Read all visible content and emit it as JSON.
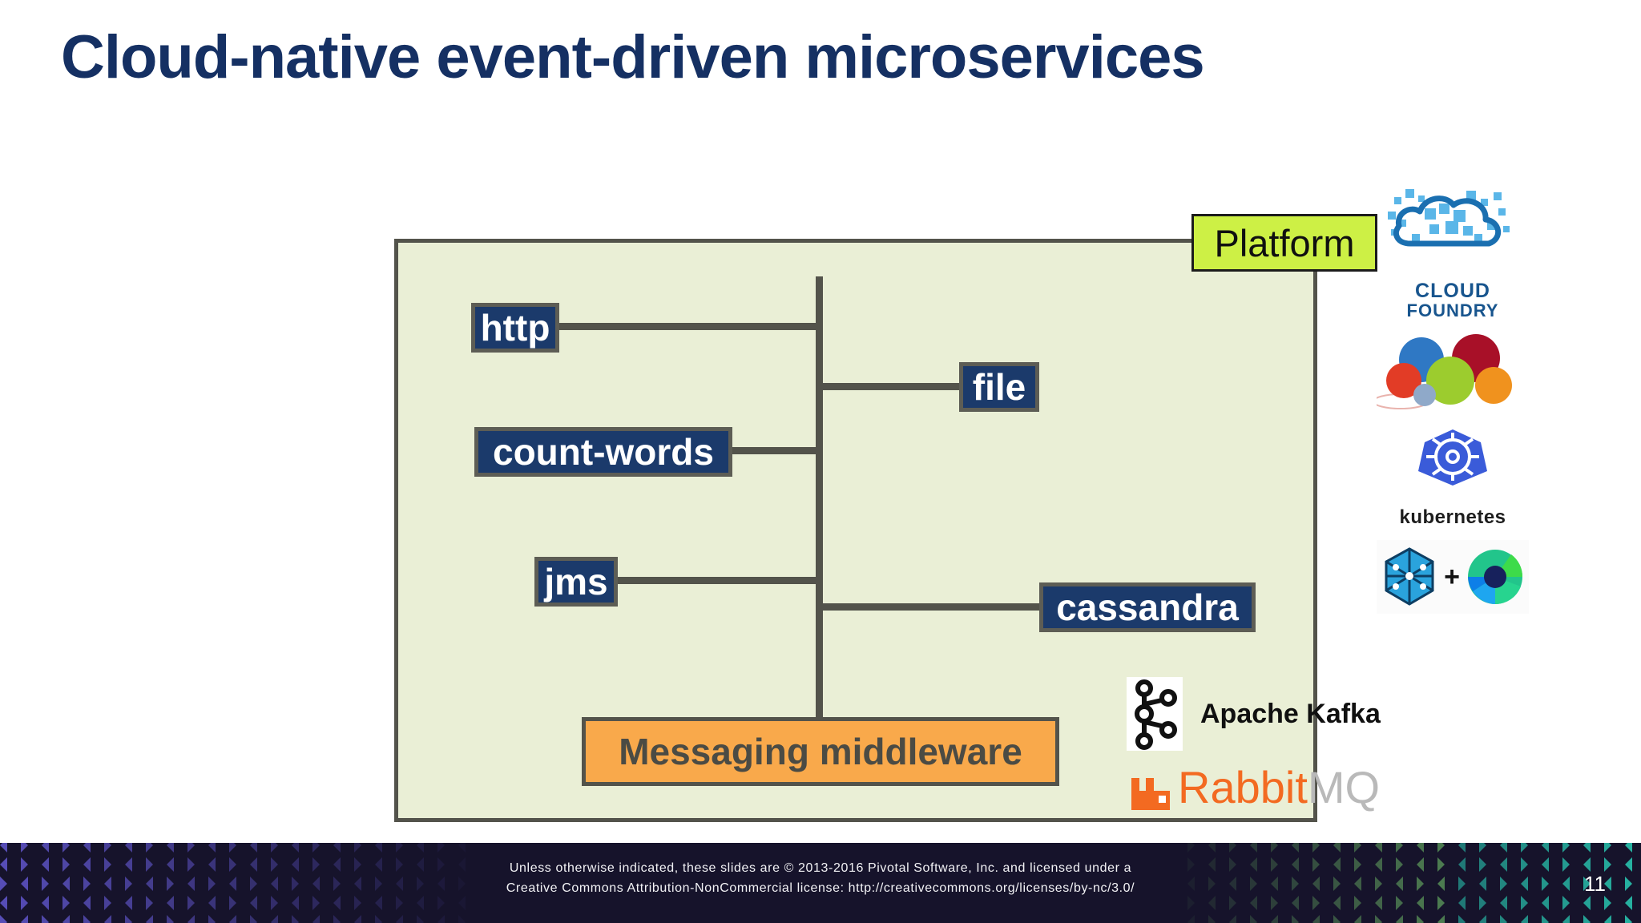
{
  "slide": {
    "title": "Cloud-native event-driven microservices",
    "page_number": "11"
  },
  "diagram": {
    "platform_label": "Platform",
    "nodes": [
      {
        "id": "http",
        "label": "http"
      },
      {
        "id": "file",
        "label": "file"
      },
      {
        "id": "count-words",
        "label": "count-words"
      },
      {
        "id": "jms",
        "label": "jms"
      },
      {
        "id": "cassandra",
        "label": "cassandra"
      }
    ],
    "middleware": {
      "label": "Messaging middleware"
    },
    "colors": {
      "panel_background": "#eaefd6",
      "panel_border": "#53534b",
      "node_fill": "#1b3a6b",
      "node_border": "#5d5d55",
      "node_text": "#ffffff",
      "middleware_fill": "#f9a94b",
      "middleware_text": "#4b4b44",
      "callout_fill": "#cdf045",
      "connector": "#53534b",
      "title_text": "#153063"
    }
  },
  "platform_logos": [
    {
      "id": "cloud-foundry",
      "line1": "CLOUD",
      "line2": "FOUNDRY",
      "trademark": "™"
    },
    {
      "id": "apache-mesos",
      "line1": "",
      "line2": ""
    },
    {
      "id": "kubernetes",
      "line1": "kubernetes",
      "line2": ""
    },
    {
      "id": "yarn-ambari",
      "line1": "",
      "line2": "",
      "separator": "+"
    }
  ],
  "messaging_logos": {
    "kafka": {
      "label": "Apache Kafka"
    },
    "rabbitmq": {
      "word1": "Rabbit",
      "word2": "MQ"
    }
  },
  "footer": {
    "line1": "Unless otherwise indicated, these slides are © 2013-2016 Pivotal Software, Inc. and licensed under a",
    "line2": "Creative Commons Attribution-NonCommercial license: http://creativecommons.org/licenses/by-nc/3.0/"
  }
}
